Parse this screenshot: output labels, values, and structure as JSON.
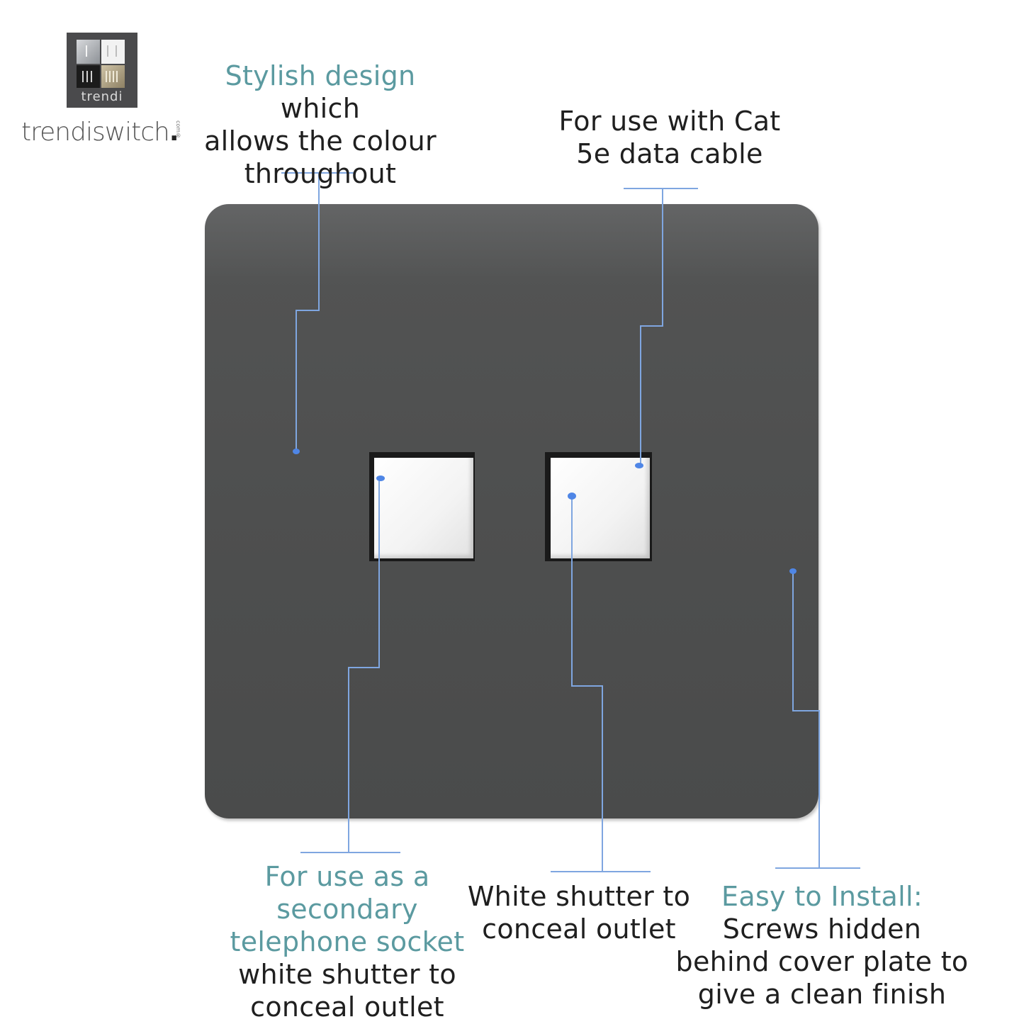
{
  "brand": {
    "tile_text": "trendi",
    "wordmark": "trendiswitch",
    "wordmark_dot": ".",
    "mark": "com®"
  },
  "callouts": {
    "design": {
      "accent": "Stylish design",
      "rest1": " which",
      "line2": "allows the colour",
      "line3": "throughout"
    },
    "cat5e": {
      "line1": "For use with Cat",
      "line2": "5e data cable"
    },
    "telephone": {
      "accent1": "For use as a",
      "accent2": "secondary",
      "accent3": "telephone socket",
      "line4": "white shutter to",
      "line5": "conceal outlet"
    },
    "shutter": {
      "line1": "White shutter to",
      "line2": "conceal outlet"
    },
    "install": {
      "accent": "Easy to Install:",
      "line2": "Screws hidden",
      "line3": "behind cover plate to",
      "line4": "give a clean finish"
    }
  },
  "colors": {
    "plate": "#4d4e4e",
    "leader_line": "#7fa6e0",
    "leader_dot": "#4f86e6",
    "accent_text": "#5b9aa0",
    "body_text": "#1f1f1f"
  },
  "icons": {
    "logo": "trendi-logo-icon"
  }
}
